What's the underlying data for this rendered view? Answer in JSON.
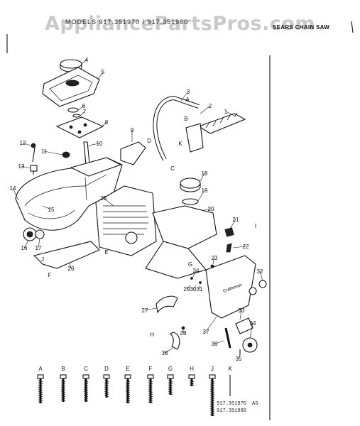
{
  "watermark": "AppliancePartsPros.com",
  "header": {
    "left_title": "MODELS 917.351970 / 917.351980",
    "right_title": "SEARS CHAIN SAW"
  },
  "model_numbers": [
    "917.351970",
    "917.351980"
  ],
  "revision": "A5",
  "callouts": [
    "1",
    "2",
    "3",
    "4",
    "5",
    "6",
    "7",
    "8",
    "9",
    "10",
    "11",
    "12",
    "13",
    "14",
    "15",
    "16",
    "17",
    "18",
    "19",
    "20",
    "21",
    "22",
    "23",
    "24",
    "25",
    "26",
    "27",
    "28",
    "29",
    "30",
    "31",
    "32",
    "33",
    "34",
    "35",
    "36",
    "37",
    "38"
  ],
  "connector_letters": [
    "A",
    "B",
    "C",
    "D",
    "E",
    "F",
    "G",
    "H",
    "I",
    "J",
    "K"
  ],
  "screw_row": [
    {
      "letter": "A"
    },
    {
      "letter": "B"
    },
    {
      "letter": "C"
    },
    {
      "letter": "D"
    },
    {
      "letter": "E"
    },
    {
      "letter": "F"
    },
    {
      "letter": "G"
    },
    {
      "letter": "H"
    },
    {
      "letter": "J"
    },
    {
      "letter": "K"
    }
  ]
}
